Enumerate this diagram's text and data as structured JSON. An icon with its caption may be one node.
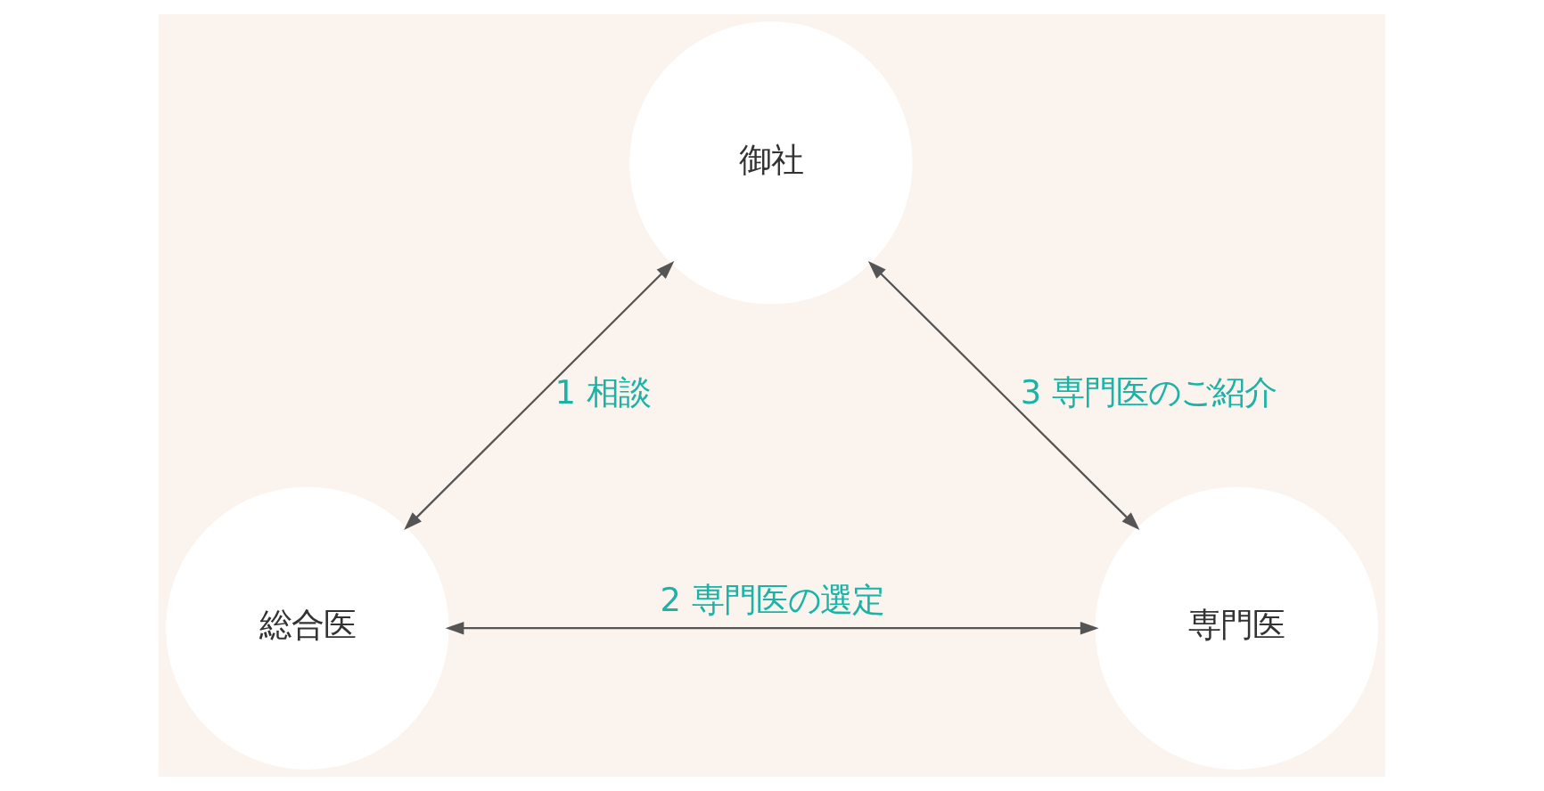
{
  "diagram": {
    "nodes": [
      {
        "text": [
          "御社"
        ]
      },
      {
        "text": [
          "総合医"
        ]
      },
      {
        "text": [
          "専門医"
        ]
      }
    ],
    "edges": [
      {
        "from": 0,
        "to": 1,
        "arrow": "both",
        "label": "1 相談"
      },
      {
        "from": 1,
        "to": 2,
        "arrow": "both",
        "label": "2 専門医の選定"
      },
      {
        "from": 0,
        "to": 2,
        "arrow": "both",
        "label": "3 専門医のご紹介"
      }
    ]
  }
}
